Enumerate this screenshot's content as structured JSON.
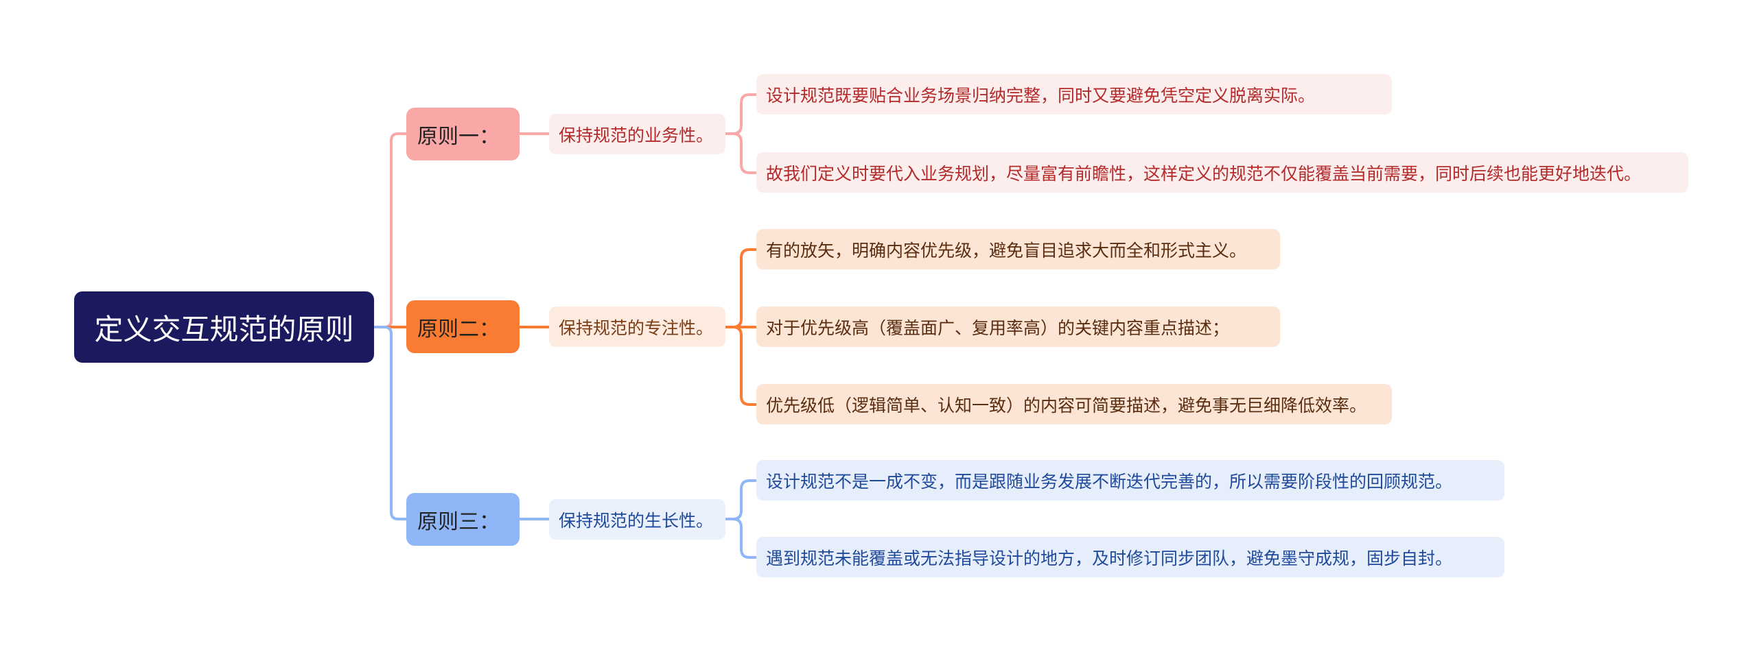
{
  "root": {
    "label": "定义交互规范的原则"
  },
  "colors": {
    "root": "#1c1a5e",
    "branch1": "#f9a7a7",
    "branch2": "#f97c32",
    "branch3": "#8fb7f7"
  },
  "branches": [
    {
      "label": "原则一：",
      "trait": "保持规范的业务性。",
      "details": [
        "设计规范既要贴合业务场景归纳完整，同时又要避免凭空定义脱离实际。",
        "故我们定义时要代入业务规划，尽量富有前瞻性，这样定义的规范不仅能覆盖当前需要，同时后续也能更好地迭代。"
      ]
    },
    {
      "label": "原则二：",
      "trait": "保持规范的专注性。",
      "details": [
        "有的放矢，明确内容优先级，避免盲目追求大而全和形式主义。",
        "对于优先级高（覆盖面广、复用率高）的关键内容重点描述；",
        "优先级低（逻辑简单、认知一致）的内容可简要描述，避免事无巨细降低效率。"
      ]
    },
    {
      "label": "原则三：",
      "trait": "保持规范的生长性。",
      "details": [
        "设计规范不是一成不变，而是跟随业务发展不断迭代完善的，所以需要阶段性的回顾规范。",
        "遇到规范未能覆盖或无法指导设计的地方，及时修订同步团队，避免墨守成规，固步自封。"
      ]
    }
  ]
}
